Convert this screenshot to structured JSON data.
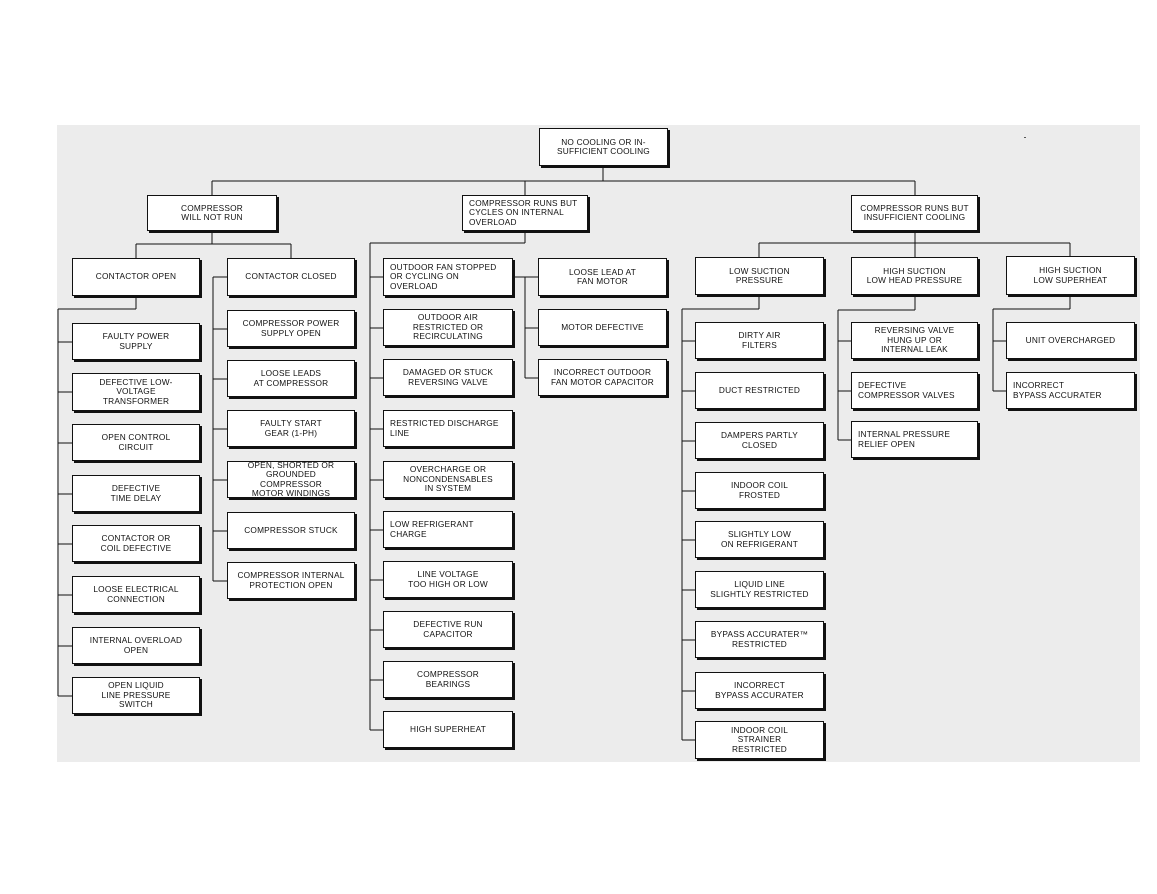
{
  "diagram": {
    "root": "NO COOLING OR IN-\nSUFFICIENT COOLING",
    "branches": [
      {
        "label": "COMPRESSOR\nWILL NOT RUN",
        "groups": [
          {
            "label": "CONTACTOR OPEN",
            "items": [
              "FAULTY POWER\nSUPPLY",
              "DEFECTIVE LOW-\nVOLTAGE\nTRANSFORMER",
              "OPEN CONTROL\nCIRCUIT",
              "DEFECTIVE\nTIME DELAY",
              "CONTACTOR OR\nCOIL DEFECTIVE",
              "LOOSE ELECTRICAL\nCONNECTION",
              "INTERNAL OVERLOAD\nOPEN",
              "OPEN LIQUID\nLINE PRESSURE\nSWITCH"
            ]
          },
          {
            "label": "CONTACTOR CLOSED",
            "items": [
              "COMPRESSOR POWER\nSUPPLY OPEN",
              "LOOSE LEADS\nAT COMPRESSOR",
              "FAULTY START\nGEAR (1-PH)",
              "OPEN, SHORTED OR\nGROUNDED COMPRESSOR\nMOTOR WINDINGS",
              "COMPRESSOR STUCK",
              "COMPRESSOR INTERNAL\nPROTECTION OPEN"
            ]
          }
        ]
      },
      {
        "label": "COMPRESSOR RUNS BUT\nCYCLES ON INTERNAL\nOVERLOAD",
        "items": [
          "OUTDOOR FAN STOPPED\nOR CYCLING ON\nOVERLOAD",
          "OUTDOOR AIR\nRESTRICTED OR\nRECIRCULATING",
          "DAMAGED OR STUCK\nREVERSING VALVE",
          "RESTRICTED DISCHARGE\nLINE",
          "OVERCHARGE OR\nNONCONDENSABLES\nIN SYSTEM",
          "LOW REFRIGERANT\nCHARGE",
          "LINE VOLTAGE\nTOO HIGH OR LOW",
          "DEFECTIVE RUN\nCAPACITOR",
          "COMPRESSOR\nBEARINGS",
          "HIGH SUPERHEAT"
        ],
        "fan_items": [
          "LOOSE LEAD AT\nFAN MOTOR",
          "MOTOR DEFECTIVE",
          "INCORRECT OUTDOOR\nFAN MOTOR CAPACITOR"
        ]
      },
      {
        "label": "COMPRESSOR RUNS BUT\nINSUFFICIENT COOLING",
        "groups": [
          {
            "label": "LOW SUCTION\nPRESSURE",
            "items": [
              "DIRTY AIR\nFILTERS",
              "DUCT RESTRICTED",
              "DAMPERS PARTLY\nCLOSED",
              "INDOOR COIL\nFROSTED",
              "SLIGHTLY LOW\nON REFRIGERANT",
              "LIQUID LINE\nSLIGHTLY RESTRICTED",
              "BYPASS ACCURATER™\nRESTRICTED",
              "INCORRECT\nBYPASS ACCURATER",
              "INDOOR COIL\nSTRAINER\nRESTRICTED"
            ]
          },
          {
            "label": "HIGH SUCTION\nLOW HEAD PRESSURE",
            "items": [
              "REVERSING VALVE\nHUNG UP OR\nINTERNAL LEAK",
              "DEFECTIVE\nCOMPRESSOR VALVES",
              "INTERNAL PRESSURE\nRELIEF OPEN"
            ]
          },
          {
            "label": "HIGH SUCTION\nLOW SUPERHEAT",
            "items": [
              "UNIT OVERCHARGED",
              "INCORRECT\nBYPASS ACCURATER"
            ]
          }
        ]
      }
    ]
  }
}
